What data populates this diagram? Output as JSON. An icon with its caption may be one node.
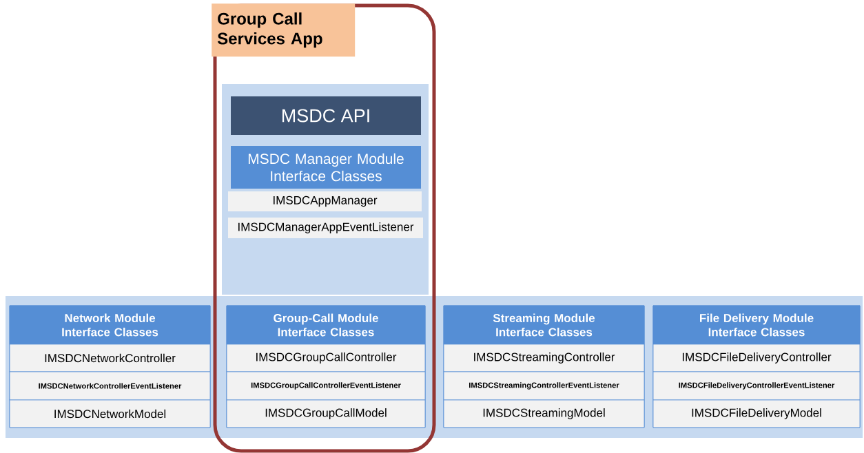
{
  "diagram": {
    "nodes": [
      {
        "text": [
          "Group Call Services App"
        ]
      },
      {
        "text": [],
        "shape": "box",
        "in": 0
      },
      {
        "text": [
          "MSDC API"
        ],
        "in": 1
      },
      {
        "text": [
          "MSDC Manager Module Interface Classes"
        ],
        "in": 1
      },
      {
        "text": [
          "IMSDCAppManager"
        ],
        "in": 1
      },
      {
        "text": [
          "IMSDCManagerAppEventListener"
        ],
        "in": 1
      },
      {
        "text": [],
        "shape": "box"
      },
      {
        "text": [],
        "shape": "box",
        "in": 6
      },
      {
        "text": [
          "Network Module Interface Classes"
        ],
        "in": 7
      },
      {
        "text": [
          "IMSDCNetworkController"
        ],
        "in": 7
      },
      {
        "text": [
          "IMSDCNetworkControllerEventListener"
        ],
        "in": 7
      },
      {
        "text": [
          "IMSDCNetworkModel"
        ],
        "in": 7
      },
      {
        "text": [],
        "shape": "box"
      },
      {
        "text": [
          "Group-Call Module Interface Classes"
        ],
        "in": 12
      },
      {
        "text": [
          "IMSDCGroupCallController"
        ],
        "in": 12
      },
      {
        "text": [
          "IMSDCGroupCallControllerEventListener"
        ],
        "in": 12
      },
      {
        "text": [
          "IMSDCGroupCallModel"
        ],
        "in": 12
      },
      {
        "text": [],
        "shape": "box",
        "in": 6
      },
      {
        "text": [
          "Streaming Module Interface Classes"
        ],
        "in": 17
      },
      {
        "text": [
          "IMSDCStreamingController"
        ],
        "in": 17
      },
      {
        "text": [
          "IMSDCStreamingControllerEventListener"
        ],
        "in": 17
      },
      {
        "text": [
          "IMSDCStreamingModel"
        ],
        "in": 17
      },
      {
        "text": [],
        "shape": "box",
        "in": 6
      },
      {
        "text": [
          "File Delivery Module Interface Classes"
        ],
        "in": 22
      },
      {
        "text": [
          "IMSDCFileDeliveryController"
        ],
        "in": 22
      },
      {
        "text": [
          "IMSDCFileDeliveryControllerEventListener"
        ],
        "in": 22
      },
      {
        "text": [
          "IMSDCFileDeliveryModel"
        ],
        "in": 22
      }
    ]
  }
}
